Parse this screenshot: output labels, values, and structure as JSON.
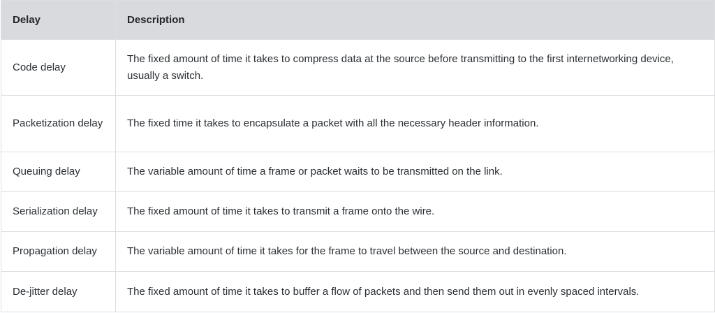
{
  "table": {
    "headers": [
      "Delay",
      "Description"
    ],
    "rows": [
      {
        "delay": "Code delay",
        "description": "The fixed amount of time it takes to compress data at the source before transmitting to the first internetworking device, usually a switch."
      },
      {
        "delay": "Packetization delay",
        "description": "The fixed time it takes to encapsulate a packet with all the necessary header information."
      },
      {
        "delay": "Queuing delay",
        "description": "The variable amount of time a frame or packet waits to be transmitted on the link."
      },
      {
        "delay": "Serialization delay",
        "description": "The fixed amount of time it takes to transmit a frame onto the wire."
      },
      {
        "delay": "Propagation delay",
        "description": "The variable amount of time it takes for the frame to travel between the source and destination."
      },
      {
        "delay": "De-jitter delay",
        "description": "The fixed amount of time it takes to buffer a flow of packets and then send them out in evenly spaced intervals."
      }
    ]
  }
}
